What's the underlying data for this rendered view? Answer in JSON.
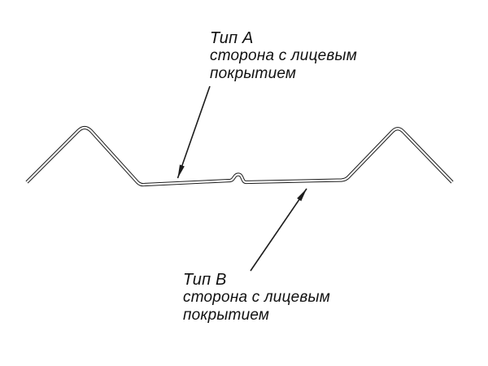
{
  "colors": {
    "line": "#1c1c1c",
    "background": "#ffffff"
  },
  "labels": {
    "type_a": {
      "title": "Тип А",
      "line1": "сторона с лицевым",
      "line2": "покрытием"
    },
    "type_b": {
      "title": "Тип В",
      "line1": "сторона с лицевым",
      "line2": "покрытием"
    }
  }
}
